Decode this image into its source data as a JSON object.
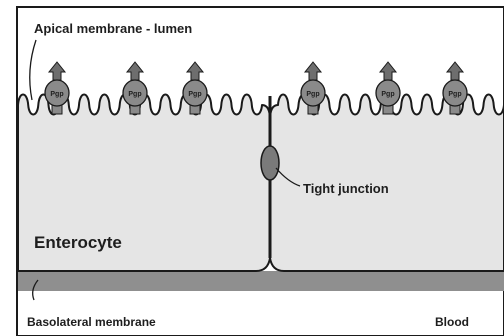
{
  "labels": {
    "apical": "Apical membrane - lumen",
    "tight_junction": "Tight junction",
    "enterocyte": "Enterocyte",
    "basolateral": "Basolateral membrane",
    "blood": "Blood"
  },
  "transporter": {
    "label": "Pgp",
    "count": 6
  },
  "colors": {
    "cell_fill": "#e5e5e5",
    "outline": "#1a1a1a",
    "basal_band": "#8f8f8f",
    "pgp_fill": "#8a8a8a",
    "pgp_arrow": "#6e6e6e",
    "junction_fill": "#7a7a7a"
  }
}
